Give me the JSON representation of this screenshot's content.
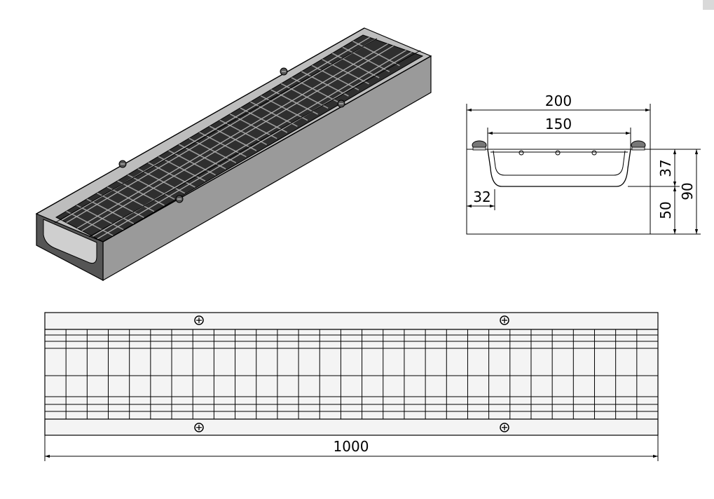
{
  "dimensions": {
    "overall_width": "200",
    "inner_width": "150",
    "flange": "32",
    "grate_depth": "37",
    "base_height": "50",
    "total_height": "90",
    "length": "1000"
  },
  "colors": {
    "grate_dark": "#2f2f2f",
    "body_front": "#8f8f8f",
    "body_side": "#a8a8a8",
    "line": "#000000",
    "top_plate_bg": "#f4f4f4"
  }
}
